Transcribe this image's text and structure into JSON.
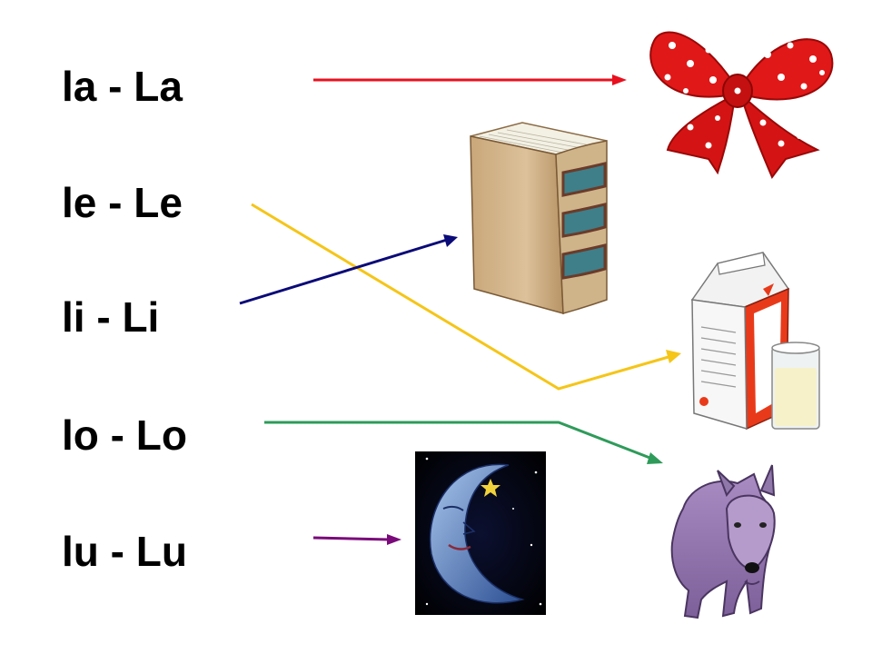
{
  "syllables": [
    "la - La",
    "le - Le",
    "li - Li",
    "lo - Lo",
    "lu - Lu"
  ],
  "pictures": {
    "bow": "bow-icon",
    "book": "book-icon",
    "milk": "milk-carton-icon",
    "wolf": "wolf-icon",
    "moon": "moon-icon"
  },
  "connections": [
    {
      "from": "la - La",
      "to": "bow-icon",
      "color": "#e8101e"
    },
    {
      "from": "le - Le",
      "to": "milk-carton-icon",
      "color": "#f5c518"
    },
    {
      "from": "li - Li",
      "to": "book-icon",
      "color": "#0a0a78"
    },
    {
      "from": "lo - Lo",
      "to": "wolf-icon",
      "color": "#2e9b5a"
    },
    {
      "from": "lu - Lu",
      "to": "moon-icon",
      "color": "#7a0a7a"
    }
  ]
}
